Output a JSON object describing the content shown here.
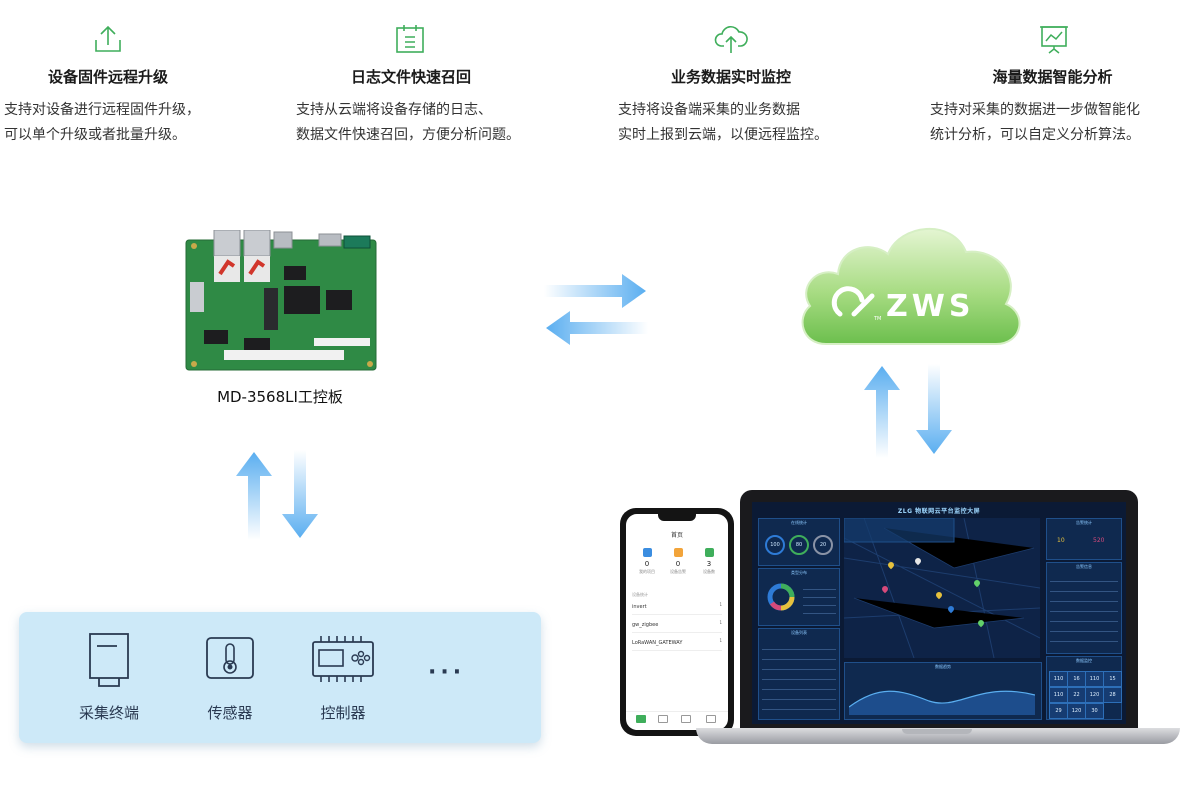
{
  "features": [
    {
      "icon": "upload-icon",
      "title": "设备固件远程升级",
      "desc": [
        "支持对设备进行远程固件升级，",
        "可以单个升级或者批量升级。"
      ]
    },
    {
      "icon": "log-file-icon",
      "title": "日志文件快速召回",
      "desc": [
        "支持从云端将设备存储的日志、",
        "数据文件快速召回，方便分析问题。"
      ]
    },
    {
      "icon": "cloud-upload-icon",
      "title": "业务数据实时监控",
      "desc": [
        "支持将设备端采集的业务数据",
        "实时上报到云端，以便远程监控。"
      ]
    },
    {
      "icon": "analytics-board-icon",
      "title": "海量数据智能分析",
      "desc": [
        "支持对采集的数据进一步做智能化",
        "统计分析，可以自定义分析算法。"
      ]
    }
  ],
  "board": {
    "label": "MD-3568LI工控板"
  },
  "cloud": {
    "brand": "ZWS",
    "tm": "TM"
  },
  "devices": {
    "items": [
      {
        "label": "采集终端",
        "icon": "terminal-icon"
      },
      {
        "label": "传感器",
        "icon": "thermometer-icon"
      },
      {
        "label": "控制器",
        "icon": "controller-icon"
      }
    ],
    "more": "···"
  },
  "phone": {
    "title": "首页",
    "stats": [
      {
        "num": "0",
        "cap": "我的项目",
        "color": "#3b8de0"
      },
      {
        "num": "0",
        "cap": "设备告警",
        "color": "#f2a43a"
      },
      {
        "num": "3",
        "cap": "设备数",
        "color": "#3fae5b"
      }
    ],
    "section": "设备统计",
    "rows": [
      {
        "name": "invert",
        "count": "1"
      },
      {
        "name": "gw_zigbee",
        "count": "1"
      },
      {
        "name": "LoRaWAN_GATEWAY",
        "count": "1"
      }
    ]
  },
  "dashboard": {
    "title": "ZLG 物联网云平台监控大屏",
    "gauges": [
      "100",
      "80",
      "20"
    ],
    "kpis": [
      "110",
      "16",
      "110",
      "15",
      "110",
      "22",
      "120",
      "28",
      "29",
      "120",
      "30"
    ],
    "panels": {
      "online": "在线统计",
      "type": "类型分布",
      "list": "设备列表",
      "alarm": "告警统计",
      "alarm_info": "告警信息",
      "data_trend": "数据趋势",
      "data_monitor": "数据监控"
    },
    "alarm_values": [
      "10",
      "520"
    ]
  },
  "colors": {
    "accent_green": "#3fae5b",
    "arrow_blue": "#5aaef0",
    "panel_bg": "#cde9f8"
  }
}
